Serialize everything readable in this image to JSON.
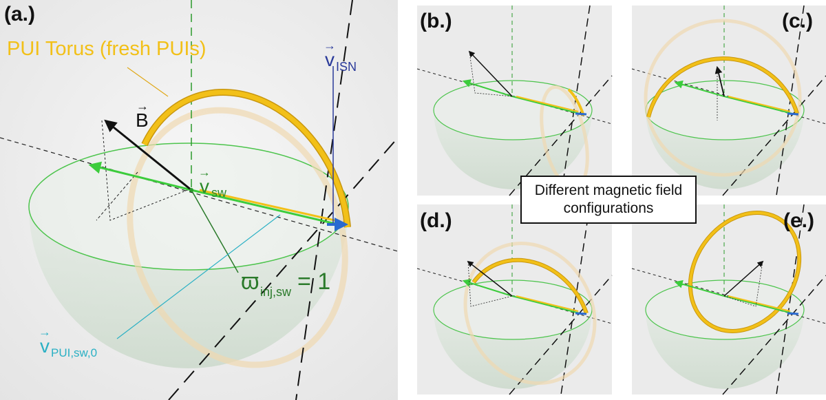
{
  "panels": {
    "a": {
      "label": "(a.)"
    },
    "b": {
      "label": "(b.)"
    },
    "c": {
      "label": "(c.)"
    },
    "d": {
      "label": "(d.)"
    },
    "e": {
      "label": "(e.)"
    }
  },
  "annotations": {
    "torus": "PUI Torus (fresh PUIs)",
    "b_field": "B",
    "v_sw_main": "v",
    "v_sw_sub": "sw",
    "v_isn_main": "v",
    "v_isn_sub": "ISN",
    "omega_main": "ϖ",
    "omega_sub": "inj,sw",
    "omega_value": "= 1",
    "v_pui_main": "v",
    "v_pui_sub": "PUI,sw,0"
  },
  "caption": {
    "line1": "Different magnetic field",
    "line2": "configurations"
  },
  "colors": {
    "torus": "#f2c018",
    "torus_dark": "#c8960e",
    "sphere_line": "#4cc44c",
    "sw_arrow": "#3ccc3c",
    "dark_green": "#2a7a2a",
    "isn": "#2a3a9a",
    "pui": "#2ab0c4",
    "panel_bg": "#ebebeb"
  }
}
